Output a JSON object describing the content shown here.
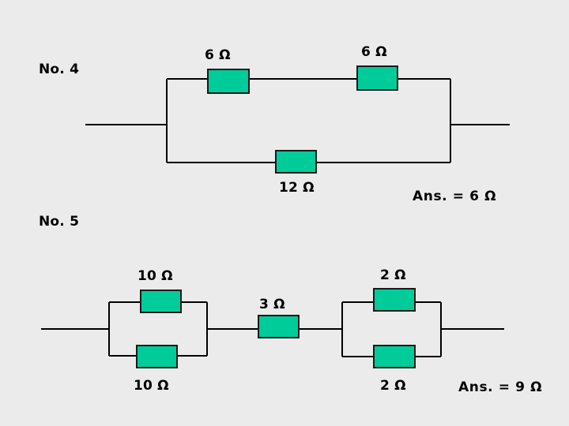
{
  "page": {
    "background_color": "#ebebeb",
    "resistor_fill_color": "#00cc99",
    "wire_color": "#000000",
    "text_color": "#000000"
  },
  "problem_4": {
    "heading": "No. 4",
    "answer": "Ans. = 6 Ω",
    "resistors": [
      {
        "name": "top-left-resistor",
        "label": "6 Ω",
        "value": 6,
        "unit": "Ω"
      },
      {
        "name": "top-right-resistor",
        "label": "6 Ω",
        "value": 6,
        "unit": "Ω"
      },
      {
        "name": "bottom-resistor",
        "label": "12 Ω",
        "value": 12,
        "unit": "Ω"
      }
    ]
  },
  "problem_5": {
    "heading": "No. 5",
    "answer": "Ans. = 9 Ω",
    "resistors": [
      {
        "name": "left-parallel-top-resistor",
        "label": "10 Ω",
        "value": 10,
        "unit": "Ω"
      },
      {
        "name": "left-parallel-bottom-resistor",
        "label": "10 Ω",
        "value": 10,
        "unit": "Ω"
      },
      {
        "name": "series-resistor",
        "label": "3 Ω",
        "value": 3,
        "unit": "Ω"
      },
      {
        "name": "right-parallel-top-resistor",
        "label": "2 Ω",
        "value": 2,
        "unit": "Ω"
      },
      {
        "name": "right-parallel-bottom-resistor",
        "label": "2 Ω",
        "value": 2,
        "unit": "Ω"
      }
    ]
  }
}
